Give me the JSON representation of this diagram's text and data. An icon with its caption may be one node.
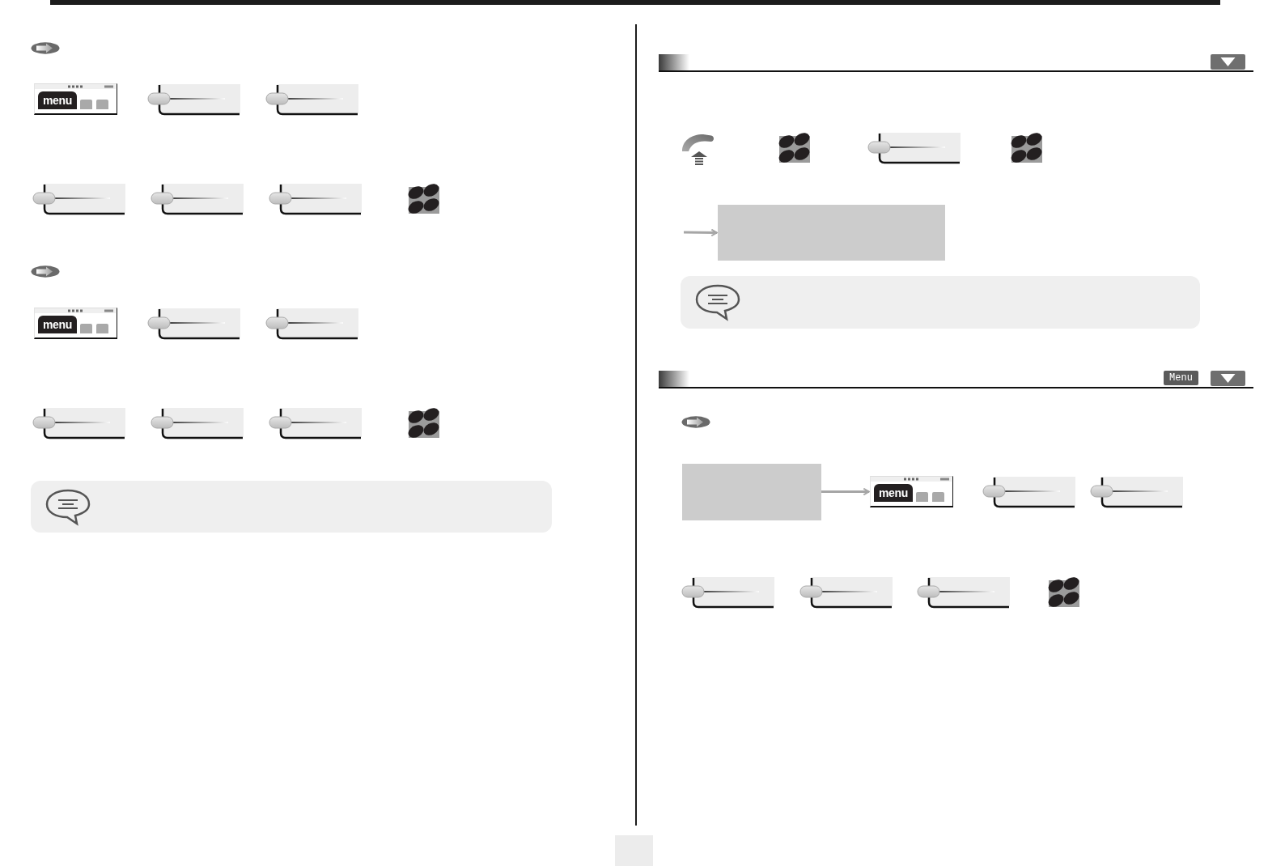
{
  "diagram": {
    "nodes": [
      {
        "text": [
          "menu"
        ]
      },
      {
        "text": [
          "menu"
        ]
      },
      {
        "text": [],
        "shape": "box"
      },
      {
        "text": [
          "Menu"
        ]
      },
      {
        "text": [],
        "shape": "box"
      },
      {
        "text": [
          "menu"
        ]
      }
    ],
    "edges": [
      {
        "from": null,
        "to": 2,
        "arrow": "to"
      },
      {
        "from": 4,
        "to": 5,
        "arrow": "to"
      }
    ]
  }
}
